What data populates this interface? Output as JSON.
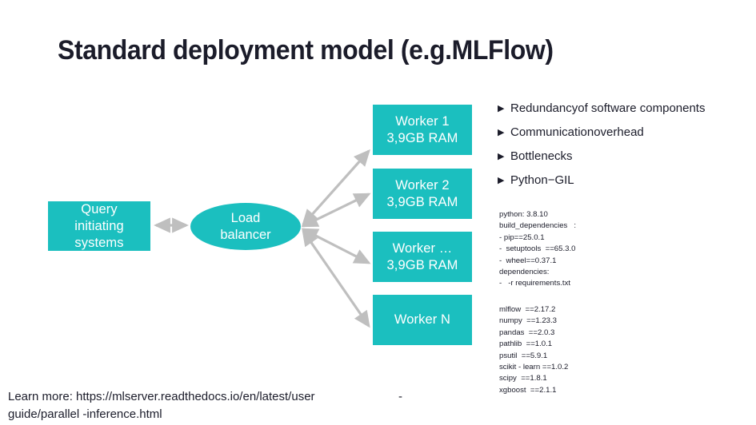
{
  "title": "Standard deployment model (e.g.MLFlow)",
  "colors": {
    "teal": "#1bbfbf",
    "arrow_gray": "#bfbfbf",
    "text_dark": "#1b1c2a",
    "background": "#ffffff"
  },
  "diagram": {
    "query_box": {
      "line1": "Query",
      "line2": "initiating",
      "line3": "systems"
    },
    "load_balancer": {
      "line1": "Load",
      "line2": "balancer"
    },
    "workers": [
      {
        "name": "Worker  1",
        "ram": "3,9GB RAM"
      },
      {
        "name": "Worker  2",
        "ram": "3,9GB RAM"
      },
      {
        "name": "Worker  …",
        "ram": "3,9GB RAM"
      },
      {
        "name": "Worker  N",
        "ram": ""
      }
    ]
  },
  "bullets": [
    {
      "marker": "▶",
      "text": "Redundancyof software components"
    },
    {
      "marker": "▶",
      "text": "Communicationoverhead"
    },
    {
      "marker": "▶",
      "text": "Bottlenecks"
    },
    {
      "marker": "▶",
      "text": "Python−GIL"
    }
  ],
  "code_env": "python: 3.8.10\nbuild_dependencies   :\n- pip==25.0.1\n-  setuptools  ==65.3.0\n-  wheel==0.37.1\ndependencies:\n-   -r requirements.txt",
  "code_requirements": "mlflow  ==2.17.2\nnumpy  ==1.23.3\npandas  ==2.0.3\npathlib  ==1.0.1\npsutil  ==5.9.1\nscikit - learn ==1.0.2\nscipy  ==1.8.1\nxgboost  ==2.1.1",
  "footer": {
    "line1": "Learn more: https://mlserver.readthedocs.io/en/latest/user",
    "dash": "-",
    "line2": "guide/parallel  -inference.html"
  }
}
